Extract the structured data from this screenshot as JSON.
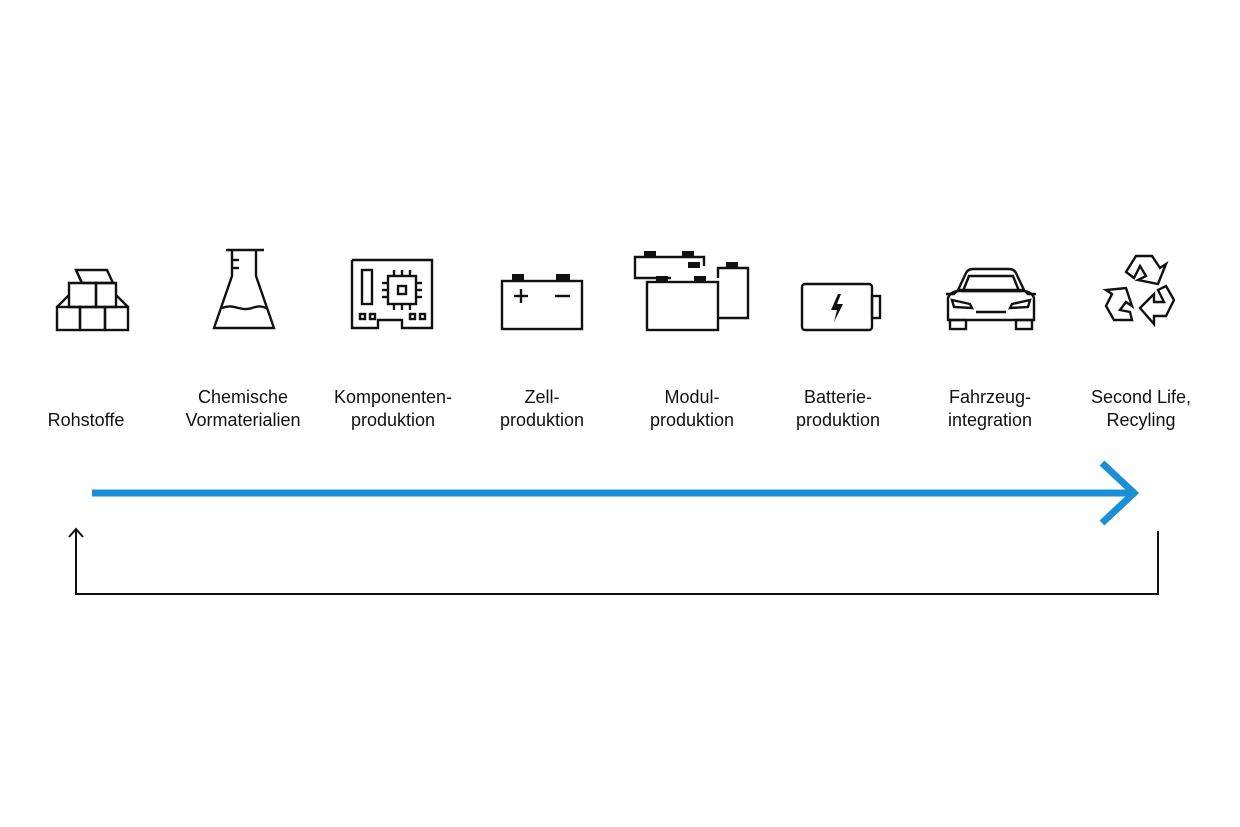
{
  "stages": [
    {
      "id": "rohstoffe",
      "icon": "raw-material-bars-icon",
      "lines": [
        "Rohstoffe"
      ]
    },
    {
      "id": "chemische-vormaterialien",
      "icon": "lab-flask-icon",
      "lines": [
        "Chemische",
        "Vormaterialien"
      ]
    },
    {
      "id": "komponentenproduktion",
      "icon": "circuit-board-chip-icon",
      "lines": [
        "Komponenten-",
        "produktion"
      ]
    },
    {
      "id": "zellproduktion",
      "icon": "battery-cell-icon",
      "lines": [
        "Zell-",
        "produktion"
      ]
    },
    {
      "id": "modulproduktion",
      "icon": "battery-module-icon",
      "lines": [
        "Modul-",
        "produktion"
      ]
    },
    {
      "id": "batterieproduktion",
      "icon": "battery-charge-icon",
      "lines": [
        "Batterie-",
        "produktion"
      ]
    },
    {
      "id": "fahrzeugintegration",
      "icon": "car-front-icon",
      "lines": [
        "Fahrzeug-",
        "integration"
      ]
    },
    {
      "id": "second-life-recycling",
      "icon": "recycle-icon",
      "lines": [
        "Second Life,",
        "Recyling"
      ]
    }
  ],
  "colors": {
    "main_arrow": "#1a8fd8",
    "return_line": "#111111",
    "icon_stroke": "#111111",
    "background": "#ffffff"
  }
}
